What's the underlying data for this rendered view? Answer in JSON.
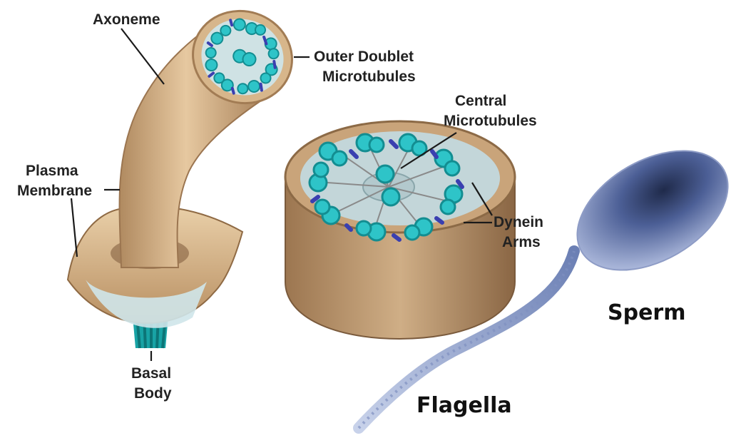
{
  "labels": {
    "axoneme": "Axoneme",
    "outer_doublet_1": "Outer Doublet",
    "outer_doublet_2": "Microtubules",
    "central_1": "Central",
    "central_2": "Microtubules",
    "plasma_1": "Plasma",
    "plasma_2": "Membrane",
    "dynein_1": "Dynein",
    "dynein_2": "Arms",
    "basal_1": "Basal",
    "basal_2": "Body",
    "sperm": "Sperm",
    "flagella": "Flagella"
  },
  "colors": {
    "membrane": "#d8b48a",
    "membrane_dark": "#a07850",
    "microtubule": "#2ec4c8",
    "dynein": "#3a3fb0",
    "sperm": "#5a6fa8",
    "basal_body": "#1aa7a8"
  }
}
